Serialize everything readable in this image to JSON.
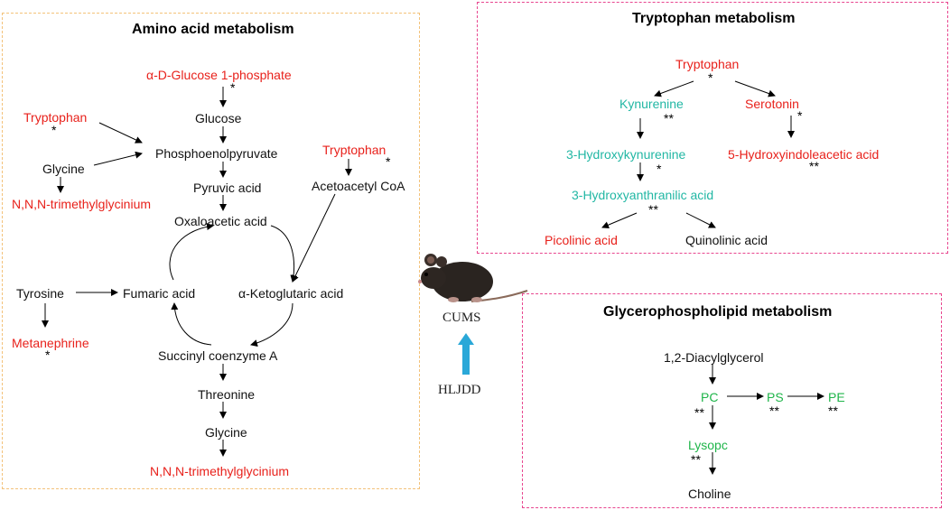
{
  "colors": {
    "amino_border": "#f3c27a",
    "pink_border": "#e8468f",
    "red": "#e8211b",
    "teal": "#22b7a4",
    "green": "#1fb54a",
    "arrow_cyan": "#2aa8d8"
  },
  "amino": {
    "title": "Amino acid metabolism",
    "glucose1p": "α-D-Glucose 1-phosphate",
    "glucose": "Glucose",
    "pep": "Phosphoenolpyruvate",
    "pyruvic": "Pyruvic acid",
    "oxaloacetic": "Oxaloacetic acid",
    "tryptophan_left": "Tryptophan",
    "glycine_left": "Glycine",
    "nnn_left": "N,N,N-trimethylglycinium",
    "tryptophan_right": "Tryptophan",
    "acetoacetyl": "Acetoacetyl CoA",
    "tyrosine": "Tyrosine",
    "fumaric": "Fumaric acid",
    "ketoglutaric": "α-Ketoglutaric acid",
    "metanephrine": "Metanephrine",
    "succinyl": "Succinyl coenzyme A",
    "threonine": "Threonine",
    "glycine_bottom": "Glycine",
    "nnn_bottom": "N,N,N-trimethylglycinium",
    "sig_glucose1p": "*",
    "sig_tryptophan_left": "*",
    "sig_tryptophan_right": "*",
    "sig_metanephrine": "*"
  },
  "tryptophan": {
    "title": "Tryptophan metabolism",
    "tryptophan": "Tryptophan",
    "kynurenine": "Kynurenine",
    "serotonin": "Serotonin",
    "hydroxykynurenine": "3-Hydroxykynurenine",
    "hiaa": "5-Hydroxyindoleacetic acid",
    "hydroxyanthranilic": "3-Hydroxyanthranilic acid",
    "picolinic": "Picolinic acid",
    "quinolinic": "Quinolinic acid",
    "sig_tryptophan": "*",
    "sig_kynurenine": "**",
    "sig_serotonin": "*",
    "sig_hydroxykynurenine": "*",
    "sig_hiaa": "**",
    "sig_hydroxyanthranilic": "**"
  },
  "glycero": {
    "title": "Glycerophospholipid  metabolism",
    "diacylglycerol": "1,2-Diacylglycerol",
    "pc": "PC",
    "ps": "PS",
    "pe": "PE",
    "lysopc": "Lysopc",
    "choline": "Choline",
    "sig_pc": "**",
    "sig_ps": "**",
    "sig_pe": "**",
    "sig_lysopc": "**"
  },
  "center": {
    "cums": "CUMS",
    "hljdd": "HLJDD",
    "mouse_icon": "mouse-icon"
  }
}
